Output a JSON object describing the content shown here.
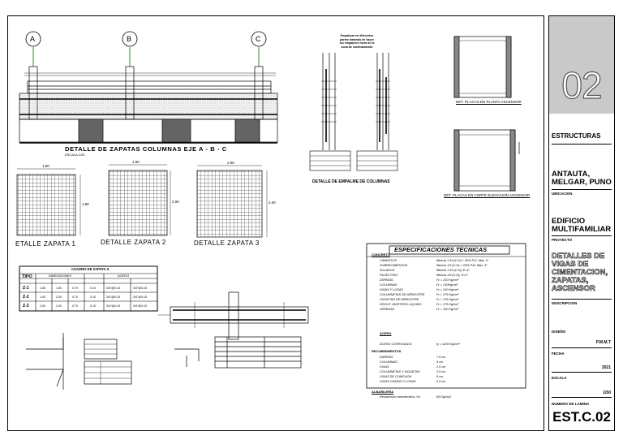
{
  "drawing": {
    "axis_labels": [
      "A",
      "B",
      "C"
    ],
    "footing_detail_title": "DETALLE DE ZAPATAS COLUMNAS EJE A - B - C",
    "footing_detail_scale": "ESCALA 1/25",
    "zapata_1_label": "ETALLE ZAPATA 1",
    "zapata_2_label": "DETALLE ZAPATA 2",
    "zapata_3_label": "DETALLE ZAPATA 3",
    "zapata_1_dims": {
      "w": "1.80",
      "h": "1.80"
    },
    "zapata_2_dims": {
      "w": "1.00",
      "h": "2.00"
    },
    "zapata_3_dims": {
      "w": "2.00",
      "h": "2.00"
    },
    "splice_title": "DETALLE DE EMPALME DE COLUMNAS",
    "splice_note": "Empalmar en diferentes partes tratando de hacer los empalmes fuera de la zona de confinamiento",
    "plate_plan_label": "DET. PLACAS EN PLANTA ASCENSOR",
    "plate_section_label": "DET. PLACAS EN CORTE ELEVACION ASCENSOR",
    "footing_table": {
      "title": "CUADRO DE ZAPATA S",
      "group_headers": [
        "DIMENSIONES",
        "ACERO"
      ],
      "first_header": "TIPO",
      "rows": [
        {
          "tipo": "Z-1",
          "a": "1.80",
          "b": "1.80",
          "c": "0.70",
          "d": "0.10",
          "e": "3/4\"@0.15",
          "f": "3/4\"@0.15"
        },
        {
          "tipo": "Z-2",
          "a": "1.00",
          "b": "2.00",
          "c": "0.70",
          "d": "0.10",
          "e": "3/4\"@0.15",
          "f": "3/4\"@0.15"
        },
        {
          "tipo": "Z-3",
          "a": "2.00",
          "b": "2.00",
          "c": "0.70",
          "d": "0.10",
          "e": "3/4\"@0.15",
          "f": "3/4\"@0.15"
        }
      ]
    },
    "specs": {
      "title": "ESPECIFICACIONES TECNICAS",
      "concrete_head": "CONCRETO",
      "concrete_lines": [
        [
          "CIMIENTOS",
          "Mezcla 1:10 (C:H) + 30% P.G. Max. 6\""
        ],
        [
          "SOBRECIMIENTOS",
          "Mezcla 1:8 (C:H) + 25% P.M. Max. 4\""
        ],
        [
          "SOLADOS",
          "Mezcla 1:10 (C:H), E=4\""
        ],
        [
          "FALSO PISO",
          "Mezcla 1:8 (C:H), E=4\""
        ],
        [
          "ZAPATAS",
          "f'c = 210 Kg/cm²"
        ],
        [
          "COLUMNAS",
          "f'c = 210Kg/cm²"
        ],
        [
          "VIGAS Y LOSAS",
          "f'c = 210 Kg/cm²"
        ],
        [
          "COLUMNETAS DE ARRIOSTRE",
          "f'c = 175 Kg/cm²"
        ],
        [
          "VIGUETAS DE ARRIOSTRE",
          "f'c = 175 Kg/cm²"
        ],
        [
          "GROUT, MORTERO LIQUIDO",
          "f'c = 175 Kg/cm²"
        ],
        [
          "VEREDAS",
          "f'c = 140 Kg/cm²"
        ]
      ],
      "steel_head": "ACERO",
      "steel_line": [
        "ACERO CORRUGADO",
        "fy = 4200 Kg/cm²"
      ],
      "cover_head": "RECUBRIMIENTOS",
      "cover_lines": [
        [
          "ZAPATAS",
          "7.5 cm"
        ],
        [
          "COLUMNAS",
          "4 cm"
        ],
        [
          "VIGAS",
          "2.5 cm"
        ],
        [
          "COLUMNETAS Y VIGUETAS",
          "2.5 cm"
        ],
        [
          "VIGAS DE CONEXION",
          "5 cm"
        ],
        [
          "VIGAS CHATAS Y LOSAS",
          "2.5 cm"
        ]
      ],
      "masonry_head": "ALBAÑILERIA",
      "masonry_line": [
        "Resistencia característica, f'm",
        "65 Kg/cm2"
      ]
    }
  },
  "title_block": {
    "sheet_number": "02",
    "discipline": "ESTRUCTURAS",
    "location": "ANTAUTA, MELGAR, PUNO",
    "location_label": "UBICACION",
    "project": "EDIFICIO MULTIFAMILIAR",
    "project_label": "PROYECTO",
    "description": "DETALLES DE VIGAS DE CIMENTACION, ZAPATAS, ASCENSOR",
    "description_label": "DESCRIPCION",
    "design_label": "DISEÑO",
    "design_value": "P.M.M.T",
    "date_label": "FECHA",
    "date_value": "2021",
    "scale_label": "ESCALA",
    "scale_value": "1/50",
    "sheet_label": "NUMERO DE LAMINA",
    "sheet_code": "EST.C.02"
  },
  "colors": {
    "ink": "#000000",
    "gray": "#c9c9c9",
    "axis_green": "#2e8b3a"
  }
}
